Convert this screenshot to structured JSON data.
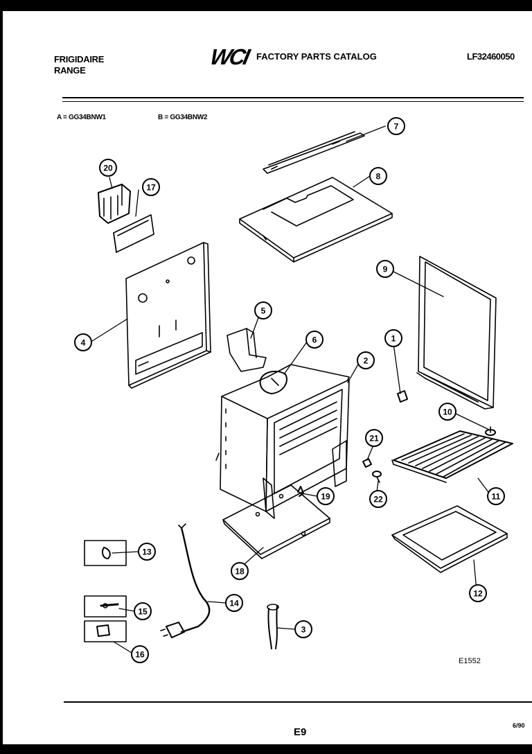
{
  "header": {
    "brand": "FRIGIDAIRE",
    "product": "RANGE",
    "logo": "WCI",
    "catalog_title": "FACTORY PARTS CATALOG",
    "catalog_number": "LF32460050"
  },
  "models": {
    "a": "A = GG34BNW1",
    "b": "B = GG34BNW2"
  },
  "callouts": [
    "1",
    "2",
    "3",
    "4",
    "5",
    "6",
    "7",
    "8",
    "9",
    "10",
    "11",
    "12",
    "13",
    "14",
    "15",
    "16",
    "17",
    "18",
    "19",
    "20",
    "21",
    "22"
  ],
  "drawing_code": "E1552",
  "footer": {
    "page": "E9",
    "date": "6/90"
  }
}
